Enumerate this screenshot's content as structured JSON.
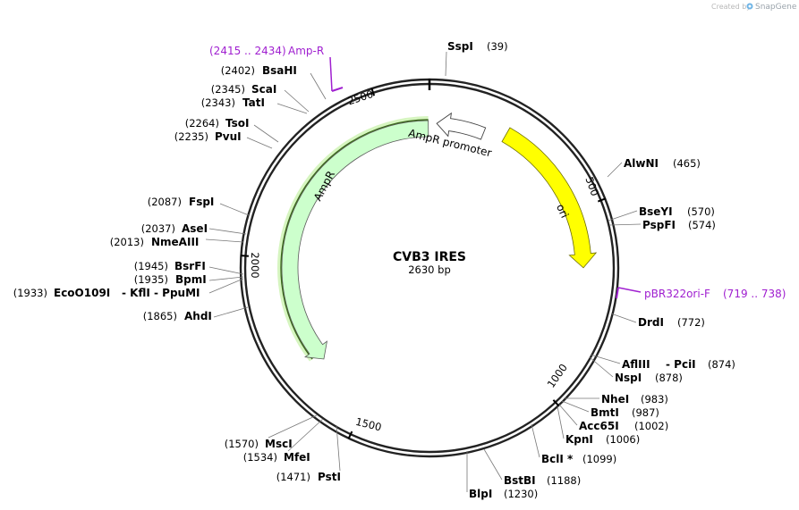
{
  "credit": {
    "prefix": "Created by",
    "brand": "SnapGene"
  },
  "plasmid": {
    "name": "CVB3 IRES",
    "size_label": "2630 bp",
    "length": 2630
  },
  "ticks": [
    {
      "bp": 500,
      "label": "500"
    },
    {
      "bp": 1000,
      "label": "1000"
    },
    {
      "bp": 1500,
      "label": "1500"
    },
    {
      "bp": 2000,
      "label": "2000"
    },
    {
      "bp": 2500,
      "label": "2500"
    }
  ],
  "features": [
    {
      "name": "ori",
      "color": "#ffff00",
      "direction": "cw"
    },
    {
      "name": "AmpR",
      "color": "#ccffcc",
      "direction": "ccw"
    },
    {
      "name": "AmpR promoter",
      "color": "#ffffff",
      "direction": "ccw"
    }
  ],
  "primers": [
    {
      "name": "pBR322ori-F",
      "range": "(719 .. 738)"
    },
    {
      "name": "Amp-R",
      "range": "(2415 .. 2434)"
    }
  ],
  "sites": [
    {
      "name": "SspI",
      "pos": "(39)"
    },
    {
      "name": "AlwNI",
      "pos": "(465)"
    },
    {
      "name": "BseYI",
      "pos": "(570)"
    },
    {
      "name": "PspFI",
      "pos": "(574)"
    },
    {
      "name": "DrdI",
      "pos": "(772)"
    },
    {
      "name": "AflIII",
      "extra": "- PciI",
      "pos": "(874)"
    },
    {
      "name": "NspI",
      "pos": "(878)"
    },
    {
      "name": "NheI",
      "pos": "(983)"
    },
    {
      "name": "BmtI",
      "pos": "(987)"
    },
    {
      "name": "Acc65I",
      "pos": "(1002)"
    },
    {
      "name": "KpnI",
      "pos": "(1006)"
    },
    {
      "name": "BclI *",
      "pos": "(1099)"
    },
    {
      "name": "BstBI",
      "pos": "(1188)"
    },
    {
      "name": "BlpI",
      "pos": "(1230)"
    },
    {
      "name": "PstI",
      "pos": "(1471)"
    },
    {
      "name": "MfeI",
      "pos": "(1534)"
    },
    {
      "name": "MscI",
      "pos": "(1570)"
    },
    {
      "name": "AhdI",
      "pos": "(1865)"
    },
    {
      "name": "EcoO109I",
      "extra": "- KflI - PpuMI",
      "pos": "(1933)"
    },
    {
      "name": "BpmI",
      "pos": "(1935)"
    },
    {
      "name": "BsrFI",
      "pos": "(1945)"
    },
    {
      "name": "NmeAIII",
      "pos": "(2013)"
    },
    {
      "name": "AseI",
      "pos": "(2037)"
    },
    {
      "name": "FspI",
      "pos": "(2087)"
    },
    {
      "name": "PvuI",
      "pos": "(2235)"
    },
    {
      "name": "TsoI",
      "pos": "(2264)"
    },
    {
      "name": "TatI",
      "pos": "(2343)"
    },
    {
      "name": "ScaI",
      "pos": "(2345)"
    },
    {
      "name": "BsaHI",
      "pos": "(2402)"
    }
  ]
}
